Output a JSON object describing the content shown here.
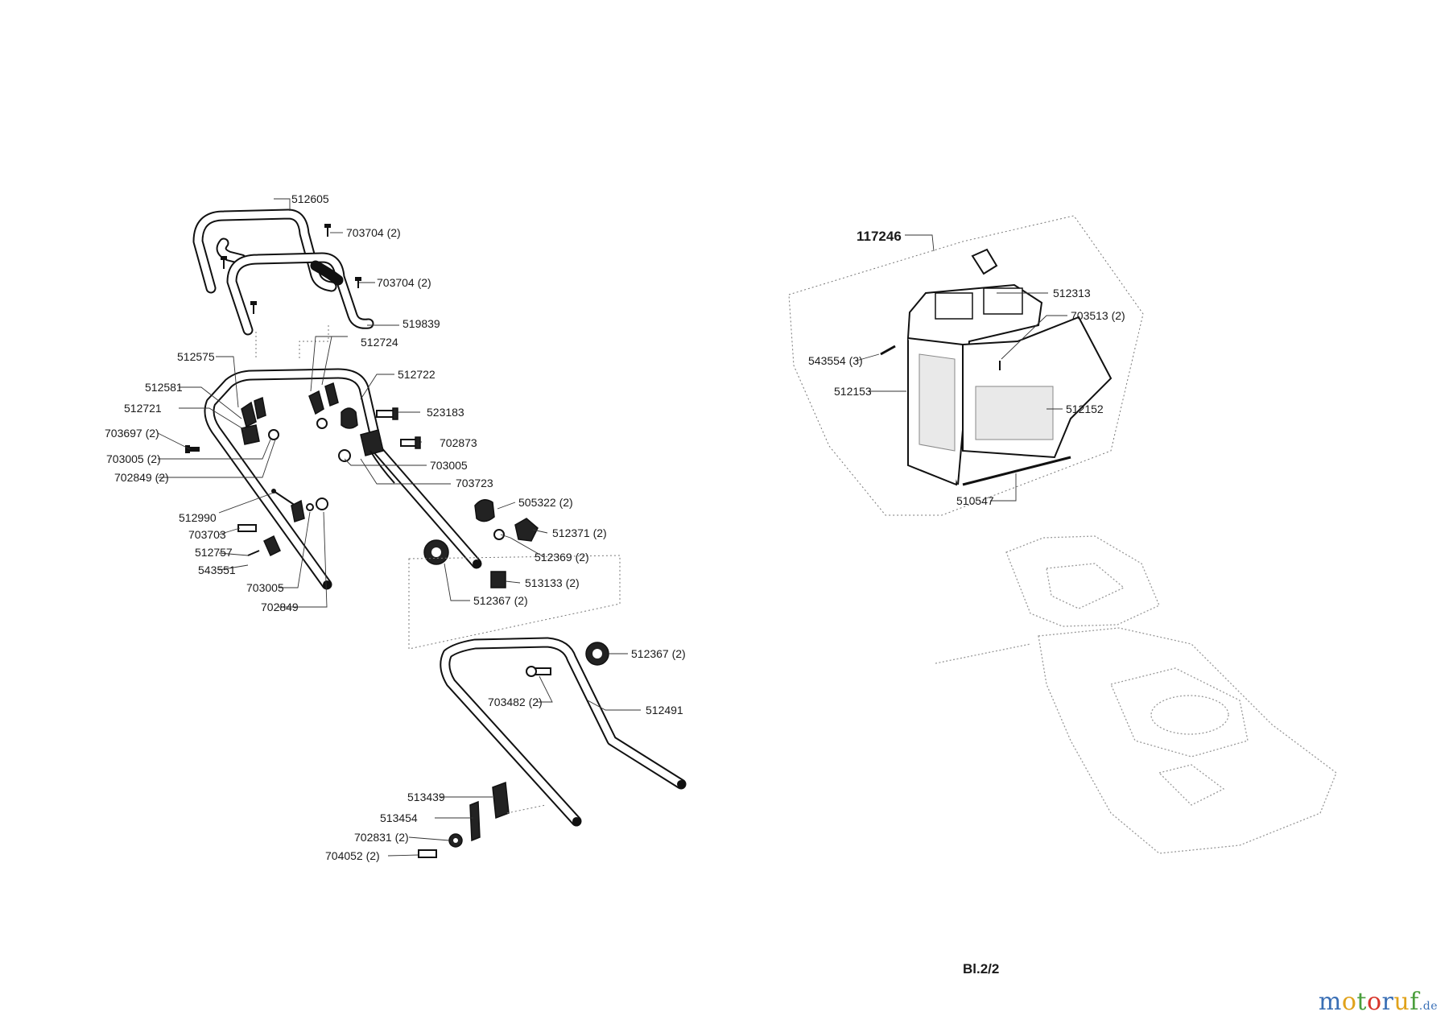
{
  "assembly_label": "117246",
  "sheet_label": "Bl.2/2",
  "brand": {
    "letters": [
      "m",
      "o",
      "t",
      "o",
      "r",
      "u",
      "f"
    ],
    "letter_colors": [
      "#3a6fb5",
      "#e0a21b",
      "#4a9e3c",
      "#d8352a",
      "#3a6fb5",
      "#e0a21b",
      "#4a9e3c"
    ],
    "suffix": ".de"
  },
  "labels": {
    "l512605": "512605",
    "l703704a": "703704 (2)",
    "l703704b": "703704 (2)",
    "l519839": "519839",
    "l512724": "512724",
    "l512575": "512575",
    "l512722": "512722",
    "l512581": "512581",
    "l512721": "512721",
    "l523183": "523183",
    "l703697": "703697 (2)",
    "l702873": "702873",
    "l703005a": "703005 (2)",
    "l703005b": "703005",
    "l702849a": "702849 (2)",
    "l703723": "703723",
    "l505322": "505322 (2)",
    "l512990": "512990",
    "l512371": "512371 (2)",
    "l703703": "703703",
    "l512369": "512369 (2)",
    "l512757": "512757",
    "l543551": "543551",
    "l513133": "513133 (2)",
    "l703005c": "703005",
    "l512367a": "512367 (2)",
    "l702849b": "702849",
    "l512367b": "512367 (2)",
    "l703482": "703482 (2)",
    "l512491": "512491",
    "l513439": "513439",
    "l513454": "513454",
    "l702831": "702831 (2)",
    "l704052": "704052 (2)",
    "l512313": "512313",
    "l703513": "703513 (2)",
    "l543554": "543554 (3)",
    "l512153": "512153",
    "l512152": "512152",
    "l510547": "510547"
  }
}
